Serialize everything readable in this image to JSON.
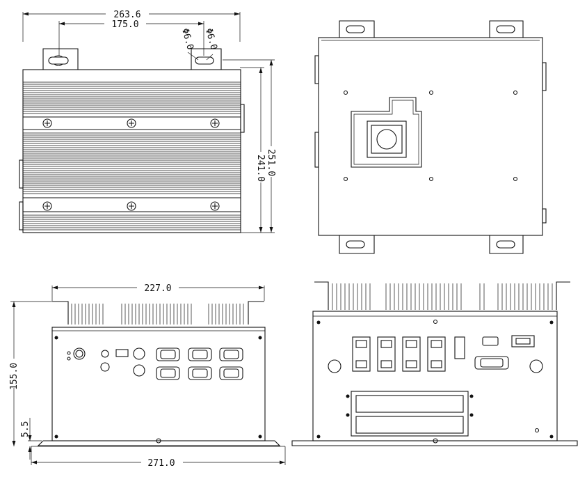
{
  "drawing": {
    "top_view": {
      "overall_width": "263.6",
      "hole_spacing": "175.0",
      "hole_dia_1": "Φ6.0",
      "hole_dia_2": "Φ6.0",
      "overall_depth": "251.0",
      "body_depth": "241.0"
    },
    "front_view": {
      "top_width": "227.0",
      "height": "155.0",
      "foot_height": "5.5",
      "base_width": "271.0"
    }
  }
}
